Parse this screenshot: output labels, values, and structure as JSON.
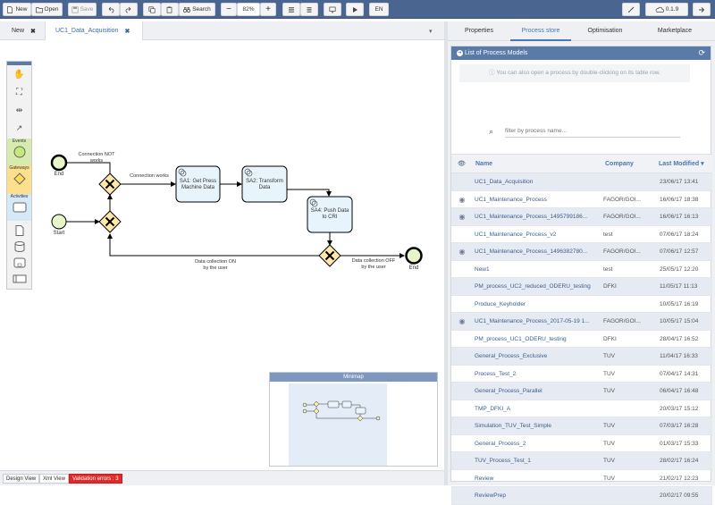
{
  "toolbar": {
    "new_label": "New",
    "open_label": "Open",
    "save_label": "Save",
    "search_label": "Search",
    "zoom_value": "82%",
    "lang_label": "EN",
    "version_label": "0.1.9"
  },
  "tabs": [
    {
      "label": "New"
    },
    {
      "label": "UC1_Data_Acquisition"
    }
  ],
  "diagram": {
    "end1": "End",
    "start1": "Start",
    "end2": "End",
    "flow_not_works": "Connection NOT works",
    "flow_works": "Connection works",
    "sa1": "SA1: Get Press Machine Data",
    "sa2": "SA2: Transform Data",
    "sa4": "SA4: Push Data to CRI",
    "dc_on": "Data collection ON by the user",
    "dc_off": "Data collection OFF by the user"
  },
  "palette": {
    "events": "Events",
    "gateways": "Gateways",
    "activities": "Activities"
  },
  "minimap": {
    "title": "Minimap"
  },
  "bottom": {
    "design_view": "Design View",
    "xml_view": "Xml View",
    "validation": "Validation errors : 3"
  },
  "right_tabs": [
    {
      "label": "Properties"
    },
    {
      "label": "Process store"
    },
    {
      "label": "Optimisation"
    },
    {
      "label": "Marketplace"
    }
  ],
  "store": {
    "title": "List of Process Models",
    "hint": "You can also open a process by double-clicking on its table row.",
    "filter_placeholder": "filter by process name...",
    "col_name": "Name",
    "col_company": "Company",
    "col_modified": "Last Modified",
    "rows": [
      {
        "name": "UC1_Data_Acquisition",
        "company": "",
        "date": "23/06/17 13:41",
        "eye": false
      },
      {
        "name": "UC1_Maintenance_Process",
        "company": "FAGOR/GOI...",
        "date": "16/06/17 18:38",
        "eye": true
      },
      {
        "name": "UC1_Maintenance_Process_1495799186...",
        "company": "FAGOR/GOI...",
        "date": "16/06/17 16:13",
        "eye": true
      },
      {
        "name": "UC1_Maintenance_Process_v2",
        "company": "test",
        "date": "07/06/17 18:24",
        "eye": false
      },
      {
        "name": "UC1_Maintenance_Process_1496382780...",
        "company": "FAGOR/GOI...",
        "date": "07/06/17 12:57",
        "eye": true
      },
      {
        "name": "New1",
        "company": "test",
        "date": "25/05/17 12:20",
        "eye": false
      },
      {
        "name": "PM_process_UC2_reduced_ODERU_testing",
        "company": "DFKI",
        "date": "11/05/17 11:13",
        "eye": false
      },
      {
        "name": "Produce_Keyholder",
        "company": "",
        "date": "10/05/17 16:19",
        "eye": false
      },
      {
        "name": "UC1_Maintenance_Process_2017-05-19 1...",
        "company": "FAGOR/GOI...",
        "date": "10/05/17 15:04",
        "eye": true
      },
      {
        "name": "PM_process_UC1_ODERU_testing",
        "company": "DFKI",
        "date": "28/04/17 16:52",
        "eye": false
      },
      {
        "name": "General_Process_Exclusive",
        "company": "TUV",
        "date": "11/04/17 16:33",
        "eye": false
      },
      {
        "name": "Process_Test_2",
        "company": "TUV",
        "date": "07/04/17 14:31",
        "eye": false
      },
      {
        "name": "General_Process_Parallel",
        "company": "TUV",
        "date": "06/04/17 16:48",
        "eye": false
      },
      {
        "name": "TMP_DFKI_A",
        "company": "",
        "date": "20/03/17 15:12",
        "eye": false
      },
      {
        "name": "Simulation_TUV_Test_Simple",
        "company": "TUV",
        "date": "07/03/17 16:28",
        "eye": false
      },
      {
        "name": "General_Process_2",
        "company": "TUV",
        "date": "01/03/17 15:33",
        "eye": false
      },
      {
        "name": "TUV_Process_Test_1",
        "company": "TUV",
        "date": "28/02/17 16:24",
        "eye": false
      },
      {
        "name": "Review",
        "company": "TUV",
        "date": "21/02/17 12:23",
        "eye": false
      },
      {
        "name": "ReviewPrep",
        "company": "",
        "date": "20/02/17 09:55",
        "eye": false
      }
    ]
  },
  "colors": {
    "toolbar_bg": "#4a6590",
    "accent": "#4a78b0",
    "gateway_fill": "#ffe9a8",
    "task_fill": "#e8f4fb",
    "event_fill": "#e8f5c8",
    "error": "#e12b2b"
  }
}
